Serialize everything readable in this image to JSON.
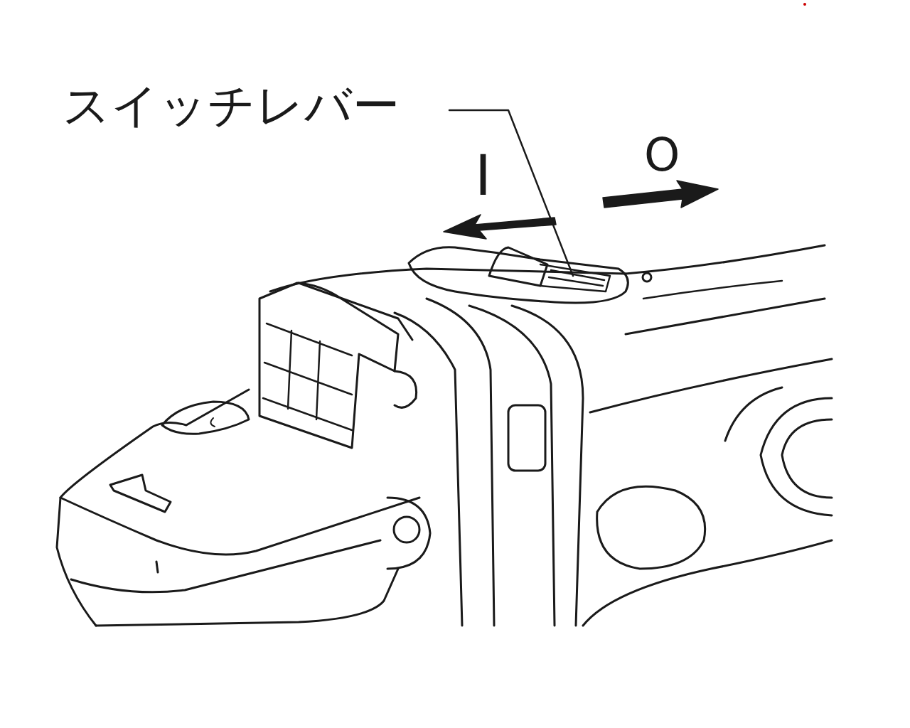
{
  "diagram": {
    "labels": [
      "スイッチレバー",
      "I",
      "O"
    ]
  }
}
